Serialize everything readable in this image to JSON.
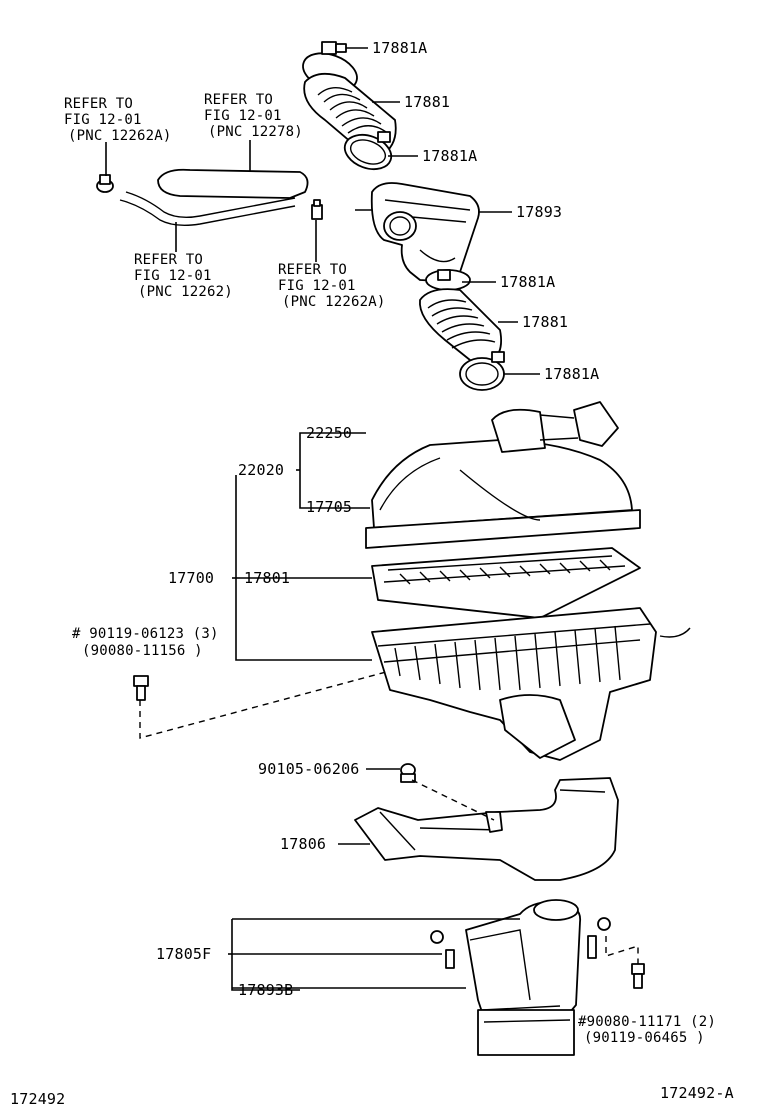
{
  "labels": {
    "clamp_top": "17881A",
    "hose_top": "17881",
    "clamp_top_lower": "17881A",
    "resonator": "17893",
    "clamp_mid_upper": "17881A",
    "hose_mid": "17881",
    "clamp_mid_lower": "17881A",
    "cap_assy": "22250",
    "air_cleaner_assy": "22020",
    "cap_sub": "17705",
    "cleaner_group": "17700",
    "element": "17801",
    "bolt_a_line1": "# 90119-06123 (3)",
    "bolt_a_line2": "(90080-11156 )",
    "nut": "90105-06206",
    "inlet": "17806",
    "bracket": "17805F",
    "resonator_b": "17893B",
    "bolt_b_line1": "#90080-11171 (2)",
    "bolt_b_line2": "(90119-06465 )"
  },
  "references": {
    "ref1": [
      "REFER TO",
      "FIG 12-01",
      "(PNC 12262A)"
    ],
    "ref2": [
      "REFER TO",
      "FIG 12-01",
      "(PNC 12278)"
    ],
    "ref3": [
      "REFER TO",
      "FIG 12-01",
      "(PNC 12262)"
    ],
    "ref4": [
      "REFER TO",
      "FIG 12-01",
      "(PNC 12262A)"
    ]
  },
  "footer": {
    "left": "172492",
    "right": "172492-A"
  }
}
